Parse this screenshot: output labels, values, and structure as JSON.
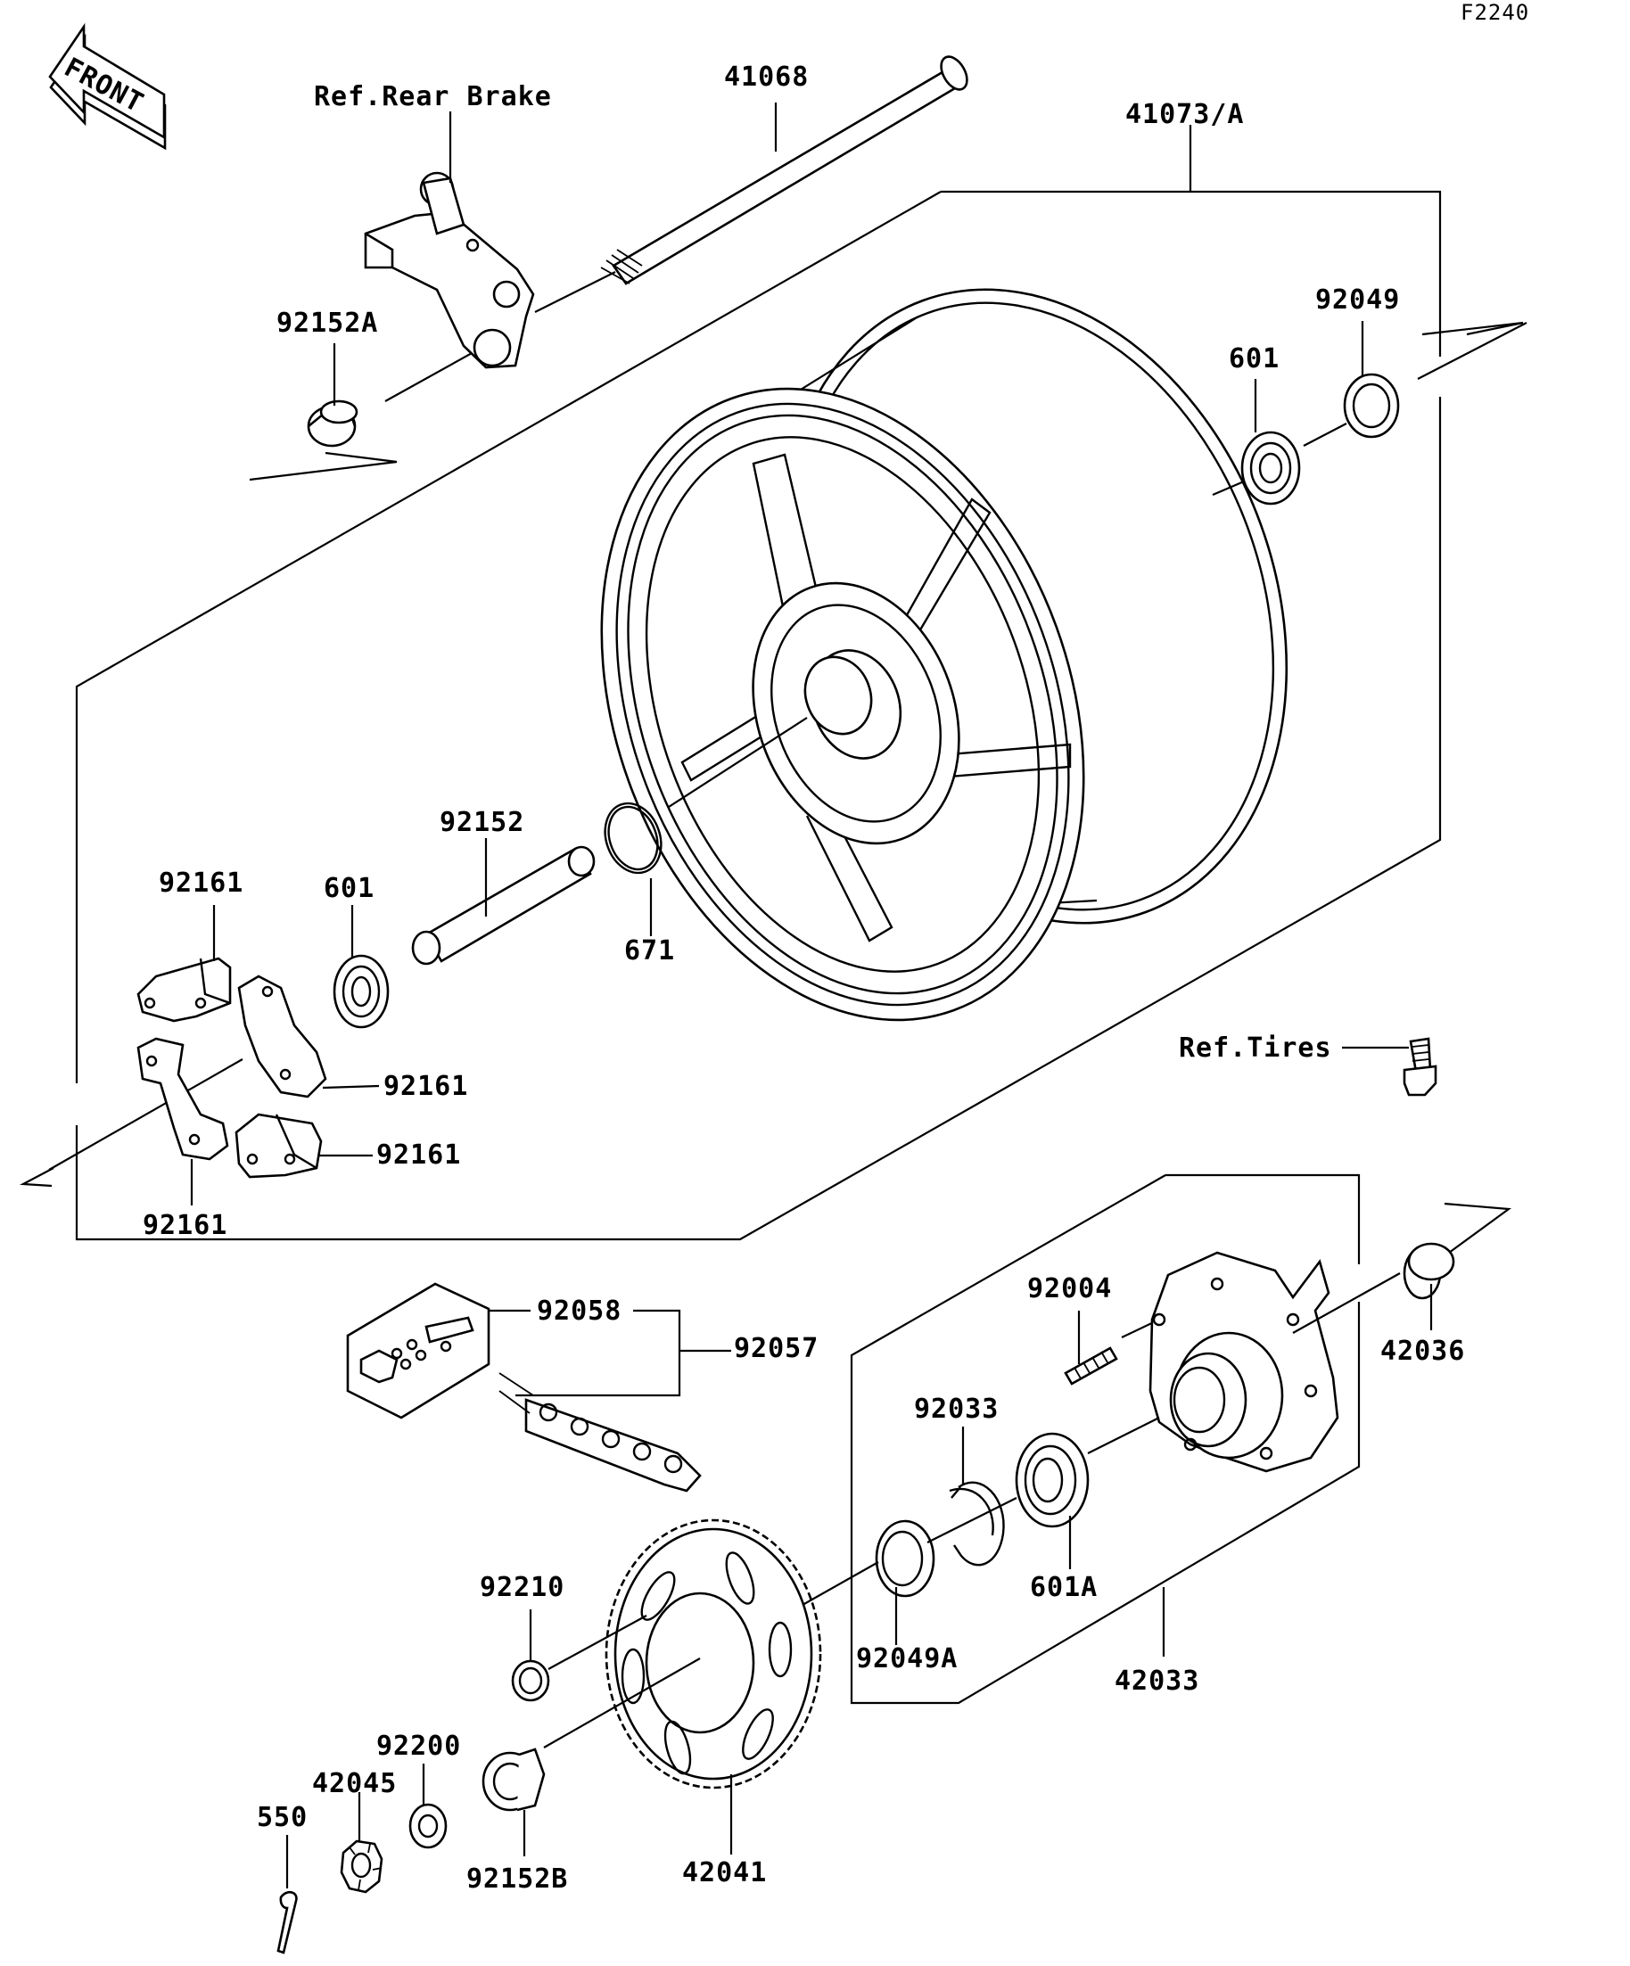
{
  "diagram": {
    "code": "F2240",
    "front_arrow_label": "FRONT",
    "labels": {
      "ref_rear_brake": "Ref.Rear Brake",
      "axle": "41068",
      "wheel": "41073/A",
      "collar_92152A": "92152A",
      "oil_seal_92049": "92049",
      "bearing_601_right": "601",
      "collar_92152": "92152",
      "bearing_601_left": "601",
      "o_ring_671": "671",
      "damper_92161_top": "92161",
      "damper_92161_mid": "92161",
      "damper_92161_right": "92161",
      "damper_92161_bottom": "92161",
      "ref_tires": "Ref.Tires",
      "chain_joint_92058": "92058",
      "chain_92057": "92057",
      "stud_92004": "92004",
      "collar_42036": "42036",
      "circlip_92033": "92033",
      "bearing_601A": "601A",
      "oil_seal_92049A": "92049A",
      "coupling_42033": "42033",
      "nut_92210": "92210",
      "washer_92200": "92200",
      "nut_42045": "42045",
      "cotter_pin_550": "550",
      "collar_92152B": "92152B",
      "sprocket_42041": "42041"
    }
  }
}
